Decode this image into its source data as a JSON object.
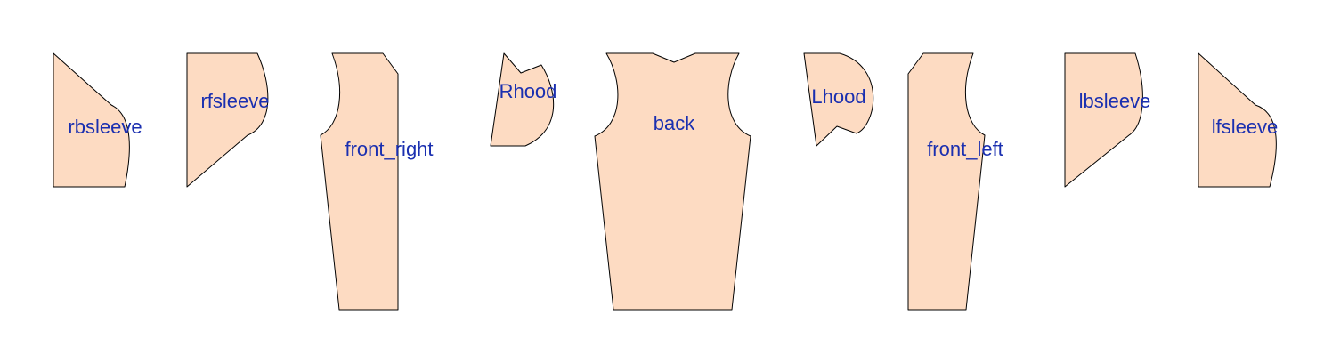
{
  "colors": {
    "piece_fill": "#fddbc2",
    "piece_outline": "#000000",
    "label_text": "#1a2fb0",
    "background": "#ffffff"
  },
  "pieces": [
    {
      "id": "rbsleeve",
      "label": "rbsleeve"
    },
    {
      "id": "rfsleeve",
      "label": "rfsleeve"
    },
    {
      "id": "front_right",
      "label": "front_right"
    },
    {
      "id": "rhood",
      "label": "Rhood"
    },
    {
      "id": "back",
      "label": "back"
    },
    {
      "id": "lhood",
      "label": "Lhood"
    },
    {
      "id": "front_left",
      "label": "front_left"
    },
    {
      "id": "lbsleeve",
      "label": "lbsleeve"
    },
    {
      "id": "lfsleeve",
      "label": "lfsleeve"
    }
  ]
}
